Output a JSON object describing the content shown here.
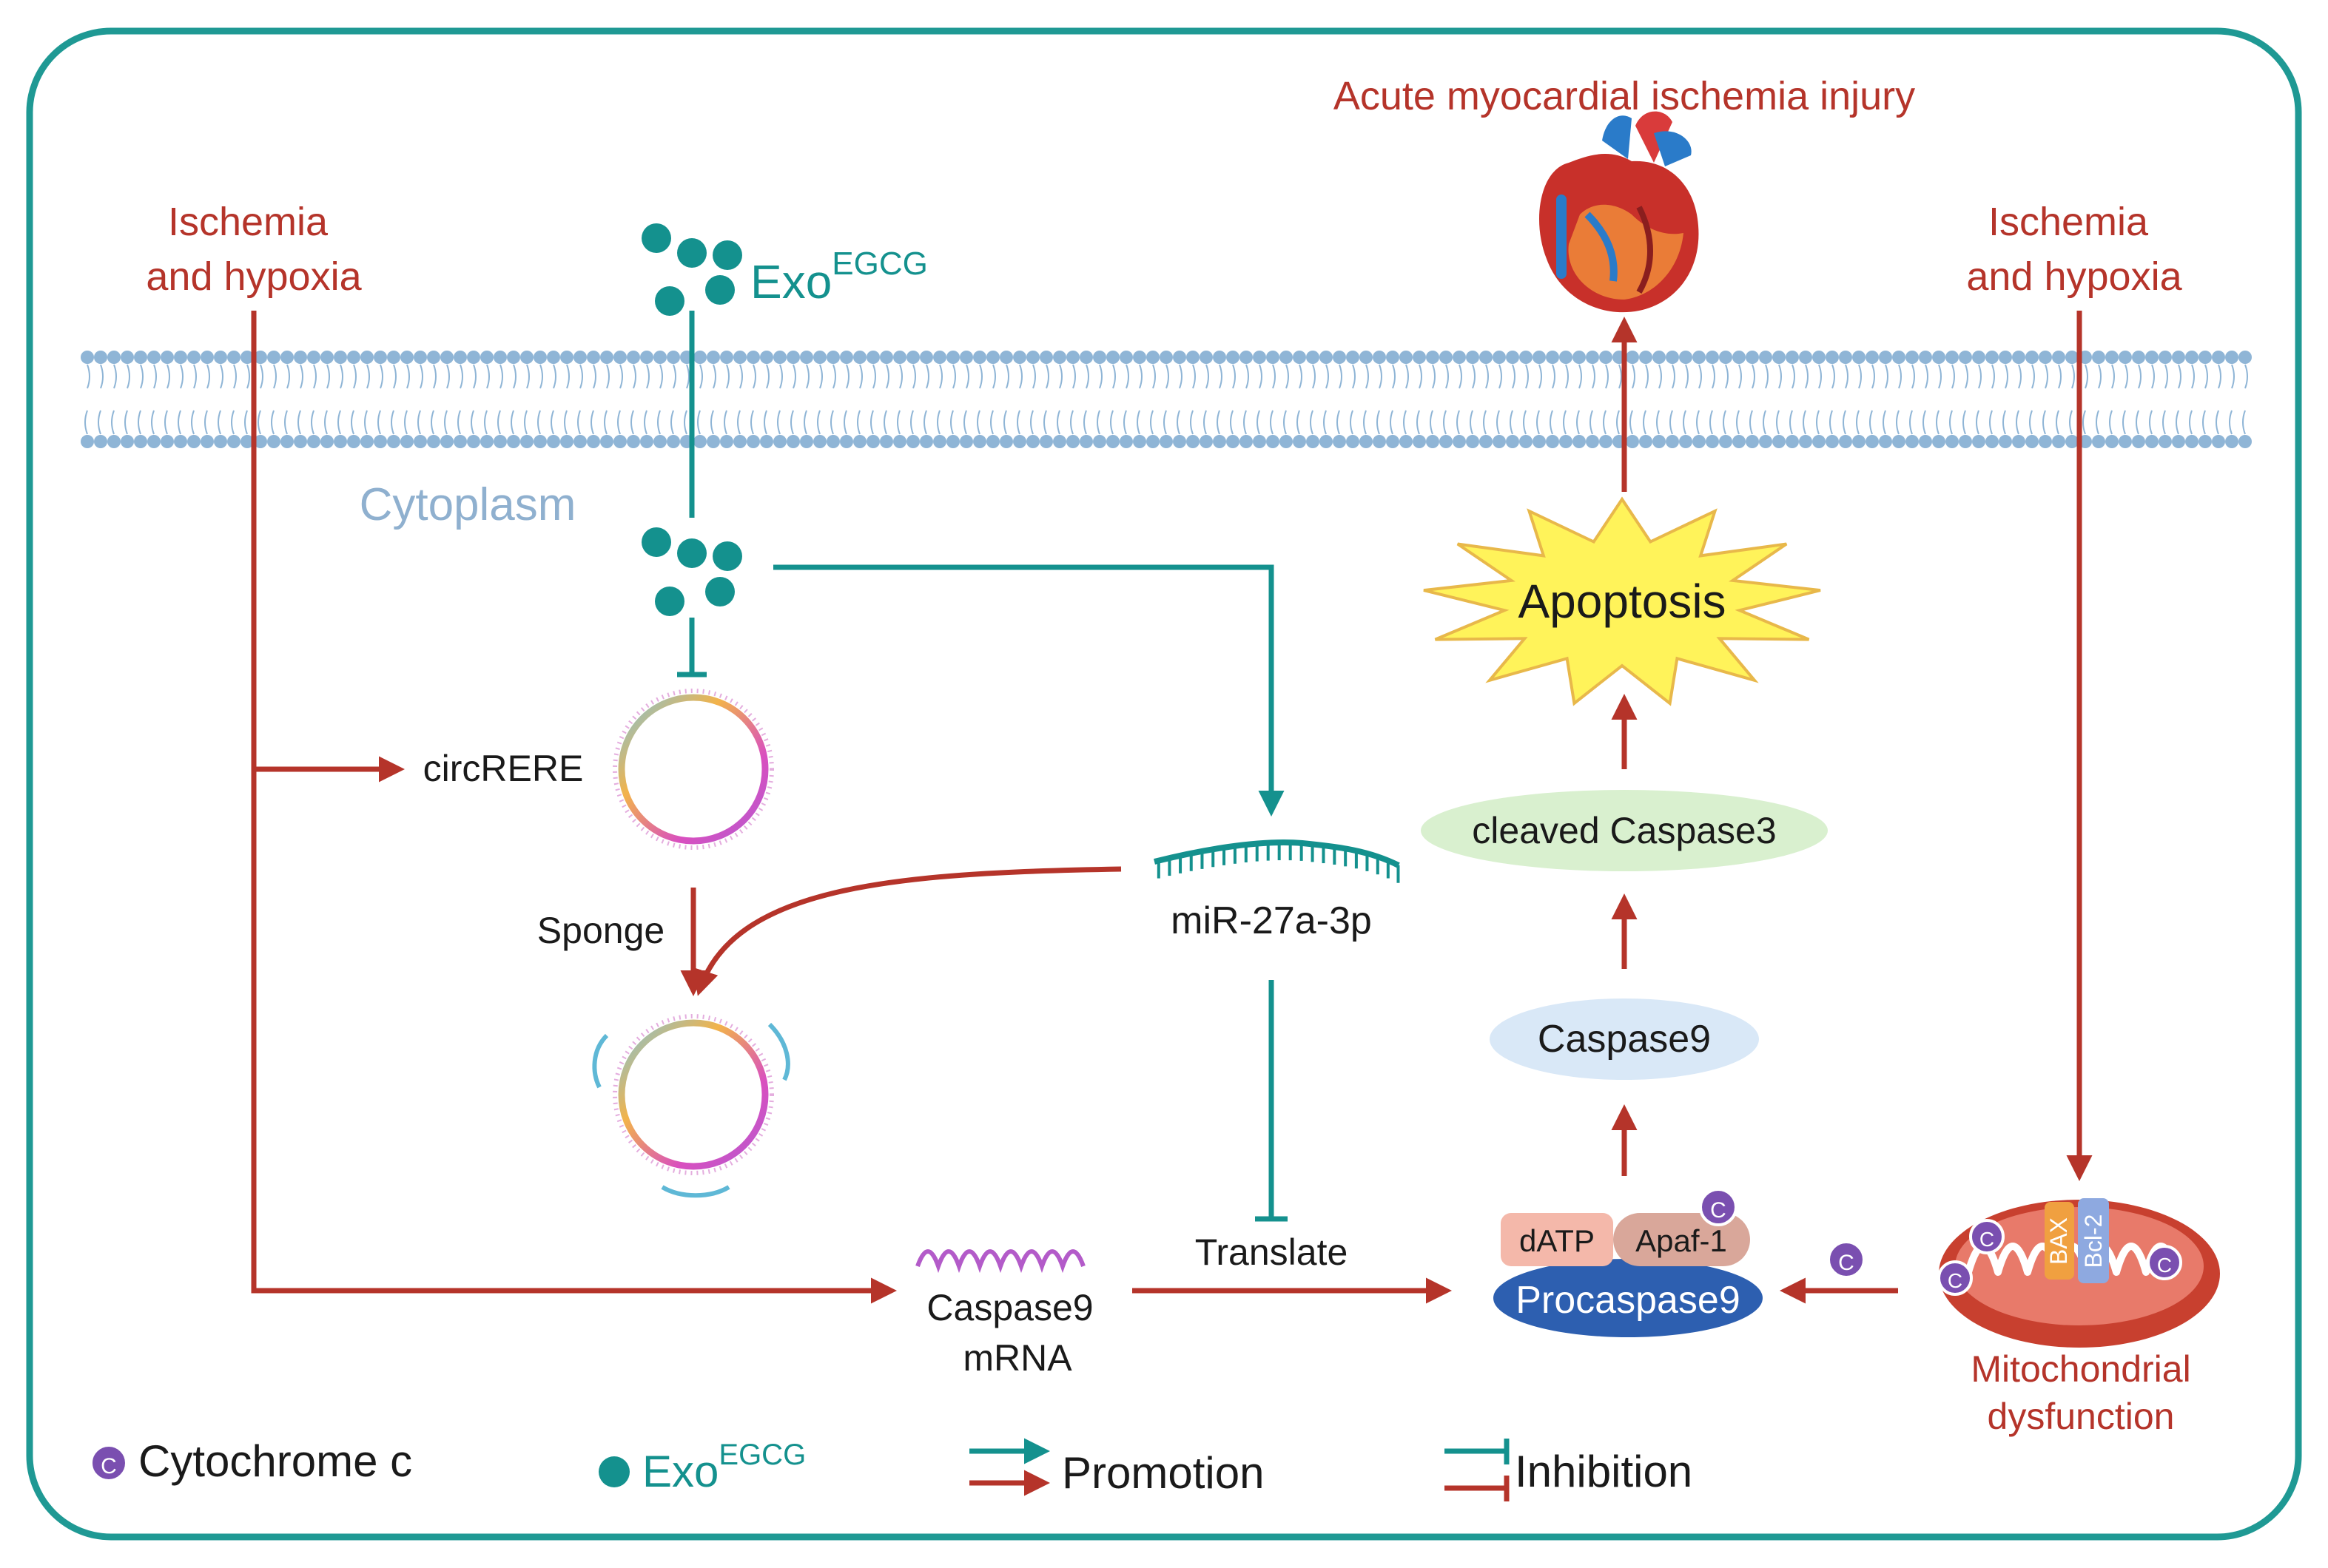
{
  "colors": {
    "frame": "#1f9994",
    "teal": "#14918e",
    "red": "#b5342a",
    "membrane": "#8fb5d6",
    "cytochrome": "#7a4fb0",
    "apoptosis_fill": "#fff35a",
    "cleaved_caspase3_fill": "#d9f0cf",
    "caspase9_fill": "#d9e8f7",
    "procaspase9_fill": "#2d5fb0",
    "datp_fill": "#f4b8aa",
    "apaf1_fill": "#d9a79a",
    "mito_fill": "#c8402f"
  },
  "labels": {
    "injury_title": "Acute myocardial ischemia injury",
    "ischemia_left_line1": "Ischemia",
    "ischemia_left_line2": "and hypoxia",
    "ischemia_right_line1": "Ischemia",
    "ischemia_right_line2": "and hypoxia",
    "exo_main": "Exo",
    "exo_super": "EGCG",
    "cytoplasm": "Cytoplasm",
    "apoptosis": "Apoptosis",
    "circrere": "circRERE",
    "cleaved_caspase3": "cleaved Caspase3",
    "sponge": "Sponge",
    "mirna": "miR-27a-3p",
    "caspase9": "Caspase9",
    "datp": "dATP",
    "apaf1": "Apaf-1",
    "cyto_c_letter": "C",
    "procaspase9": "Procaspase9",
    "translate": "Translate",
    "caspase9_mrna_line1": "Caspase9",
    "caspase9_mrna_line2": "mRNA",
    "bax": "BAX",
    "bcl2": "Bcl-2",
    "mito_line1": "Mitochondrial",
    "mito_line2": "dysfunction"
  },
  "legend": {
    "cytochrome_label": "Cytochrome c",
    "exo_main": "Exo",
    "exo_super": "EGCG",
    "promotion_label": "Promotion",
    "inhibition_label": "Inhibition"
  }
}
